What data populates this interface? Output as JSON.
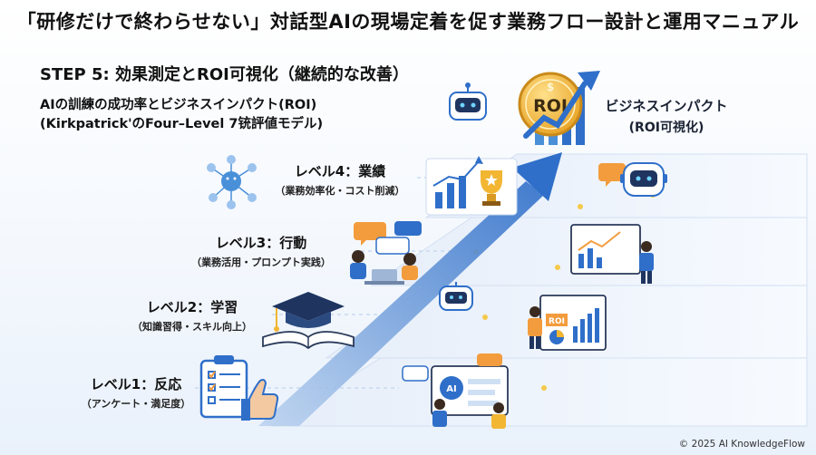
{
  "title": "「研修だけで終わらせない」対話型AIの現場定着を促す業務フロー設計と運用マニュアル",
  "step_heading": "STEP 5: 効果測定とROI可視化（継続的な改善）",
  "subtitle": {
    "line1": "AIの訓練の成功率とビジネスインパクト(ROI)",
    "line2": "(Kirkpatrick'のFour–Level 7铳評値モデル)"
  },
  "levels": [
    {
      "title": "レベル1：反応",
      "desc": "（アンケート・満足度）"
    },
    {
      "title": "レベル2：学習",
      "desc": "（知識習得・スキル向上）"
    },
    {
      "title": "レベル3：行動",
      "desc": "（業務活用・プロンプト実践）"
    },
    {
      "title": "レベル4：業績",
      "desc": "（業務効率化・コスト削減）"
    }
  ],
  "roi": {
    "title": "ビジネスインパクト",
    "desc": "(ROI可視化)",
    "coin_text": "ROI",
    "board_text": "ROI",
    "ai_badge": "AI"
  },
  "colors": {
    "primary_blue": "#2f6fc9",
    "light_blue": "#cfe0f5",
    "coin_gold": "#f2b632",
    "orange": "#f39c3d"
  },
  "copyright": "© 2025 AI KnowledgeFlow"
}
